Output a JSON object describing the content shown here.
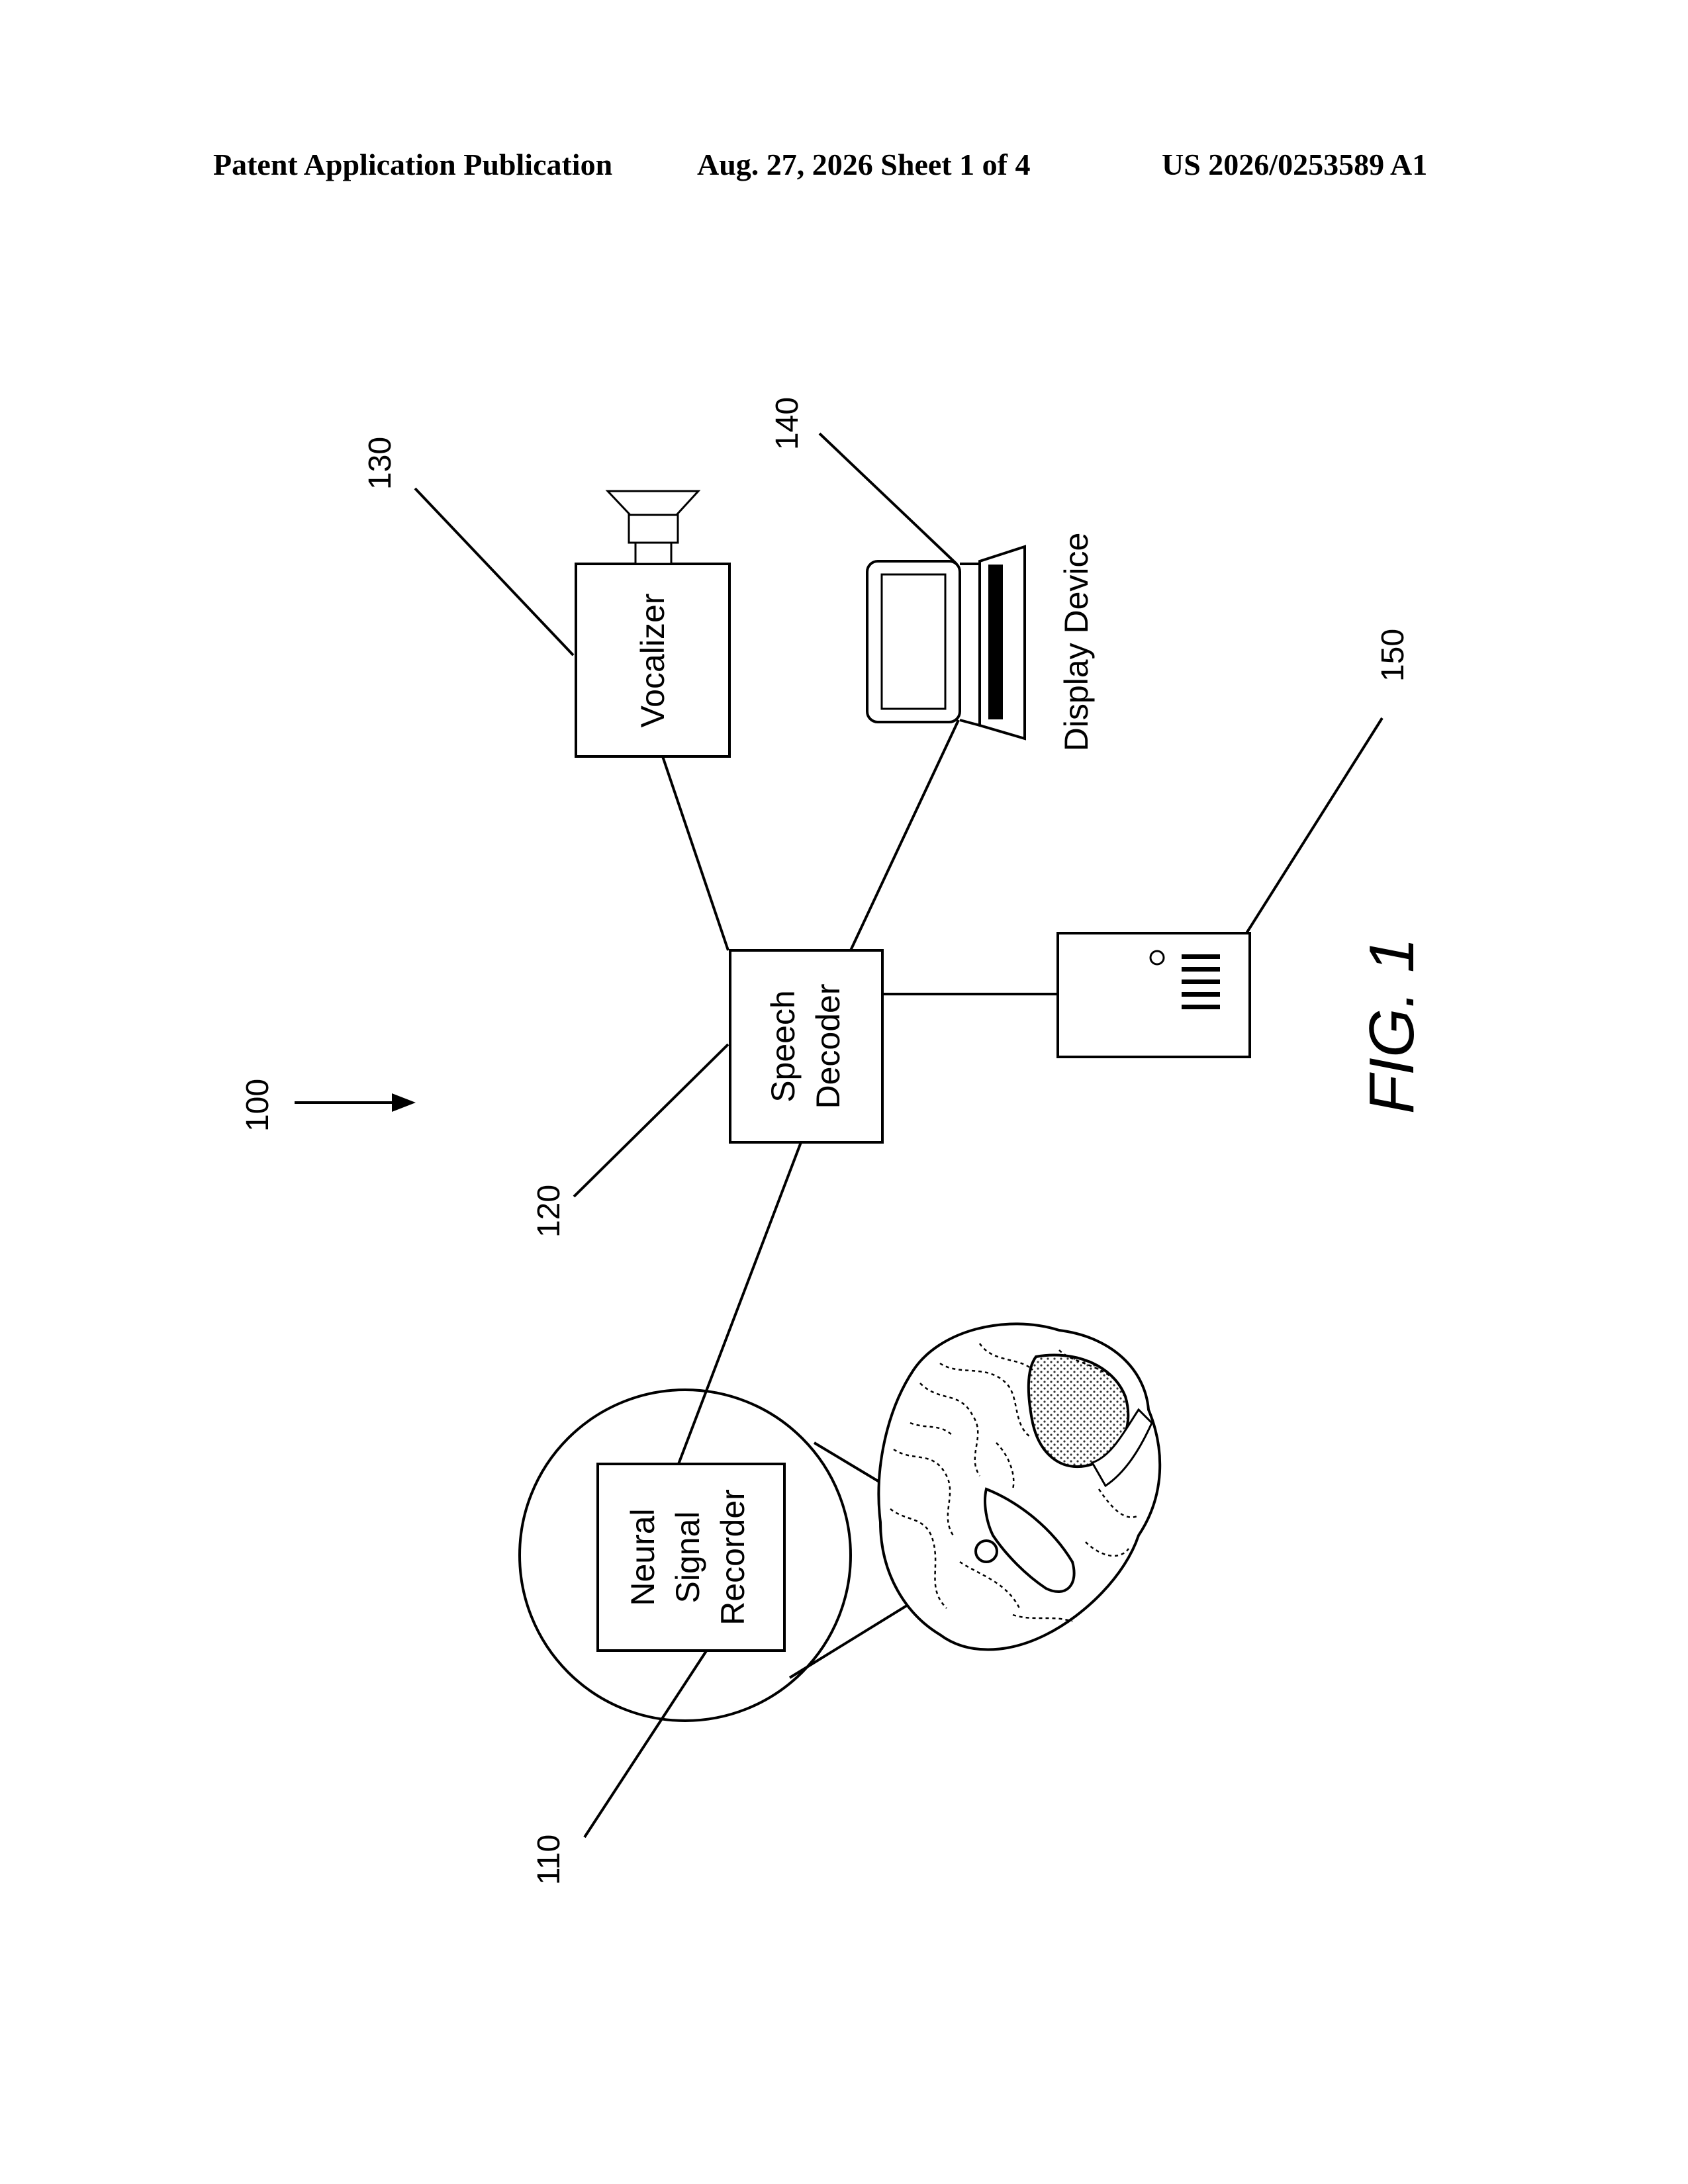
{
  "header": {
    "publication": "Patent Application Publication",
    "date_sheet": "Aug. 27, 2026  Sheet 1 of 4",
    "pub_number": "US 2026/0253589 A1"
  },
  "figure": {
    "caption": "FIG. 1",
    "system_ref": "100",
    "nodes": {
      "recorder": {
        "ref": "110",
        "lines": [
          "Neural",
          "Signal",
          "Recorder"
        ]
      },
      "decoder": {
        "ref": "120",
        "lines": [
          "Speech",
          "Decoder"
        ]
      },
      "vocalizer": {
        "ref": "130",
        "label": "Vocalizer"
      },
      "display": {
        "ref": "140",
        "label": "Display Device"
      },
      "server": {
        "ref": "150"
      }
    }
  }
}
